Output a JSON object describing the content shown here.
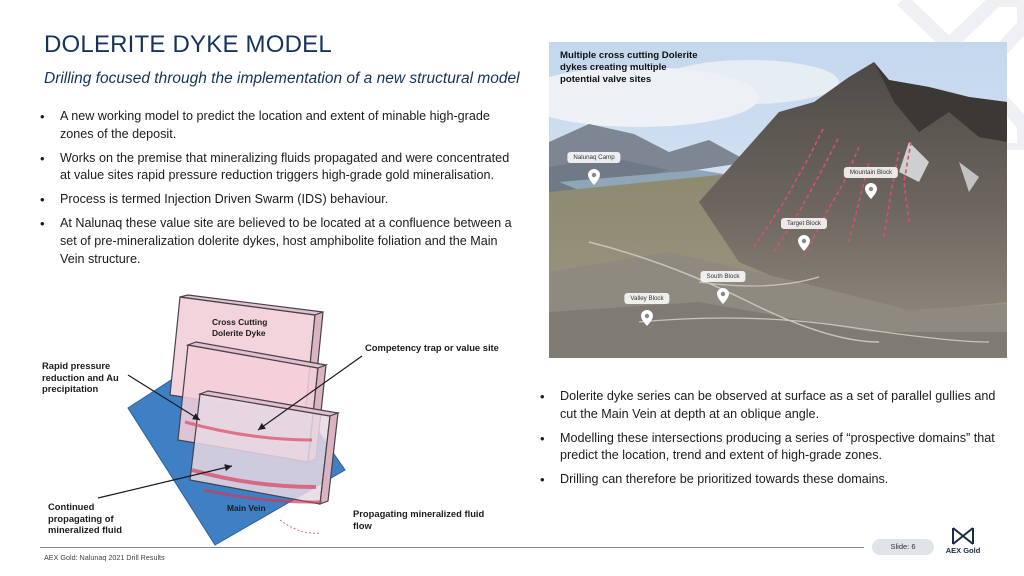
{
  "slide": {
    "title": "DOLERITE DYKE MODEL",
    "subtitle": "Drilling focused through the implementation of a new structural model"
  },
  "left_bullets": [
    "A new working model to predict the location and extent of minable high-grade zones of the deposit.",
    "Works on the premise that mineralizing fluids propagated and were concentrated at value sites rapid pressure reduction triggers high-grade gold mineralisation.",
    "Process is termed Injection Driven Swarm (IDS) behaviour.",
    "At Nalunaq these value site are believed to be located at a confluence between a set of pre-mineralization dolerite dykes, host amphibolite foliation and the Main Vein structure."
  ],
  "photo": {
    "caption": "Multiple cross cutting Dolerite dykes creating multiple potential valve sites",
    "pins": [
      {
        "label": "Nalunaq Camp"
      },
      {
        "label": "Mountain Block"
      },
      {
        "label": "Target Block"
      },
      {
        "label": "South Block"
      },
      {
        "label": "Valley Block"
      }
    ]
  },
  "diagram": {
    "labels": {
      "cross_cutting": "Cross Cutting Dolerite Dyke",
      "rapid_pressure": "Rapid pressure reduction and Au precipitation",
      "competency": "Competency trap or value site",
      "continued": "Continued propagating of mineralized fluid",
      "main_vein": "Main Vein",
      "propagating": "Propagating mineralized fluid flow"
    },
    "colors": {
      "vein": "#3f7fc4",
      "dyke": "#f3d3dc",
      "dyke_edge": "#44434d",
      "trap": "#d9506b"
    }
  },
  "right_bullets": [
    "Dolerite dyke series can be observed at surface as a set of parallel gullies and cut the Main Vein at depth at an oblique angle.",
    "Modelling these intersections producing a series of “prospective domains” that predict the location, trend and extent of high-grade zones.",
    "Drilling can therefore be prioritized towards these domains."
  ],
  "footer": {
    "text": "AEX Gold: Nalunaq 2021 Drill Results",
    "slide_label": "Slide: 6",
    "logo_text": "AEX Gold"
  },
  "colors": {
    "title": "#16345a",
    "footer_line": "#7a8aa3"
  }
}
